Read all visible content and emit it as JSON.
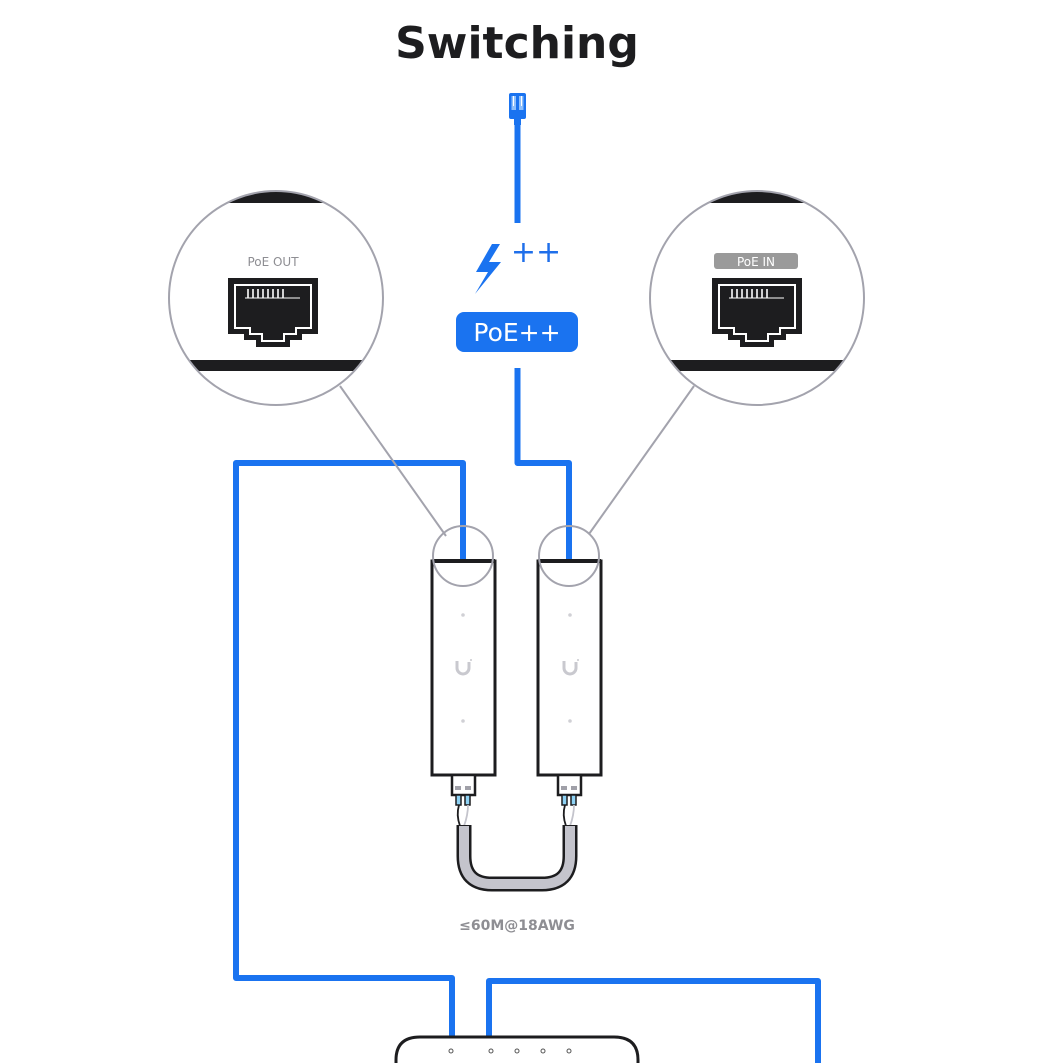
{
  "title": "Switching",
  "colors": {
    "cable": "#1a73f0",
    "outline": "#1d1d1f",
    "zoom_ring": "#a3a3ad",
    "label_gray": "#8e8e93",
    "tag_bg": "#9a9a9a",
    "coupler_cable": "#c4c4cc"
  },
  "power": {
    "icon": "lightning-bolt-icon",
    "superscript": "++",
    "badge_label": "PoE++"
  },
  "ports": {
    "left": {
      "label": "PoE OUT",
      "icon": "rj45-port-icon"
    },
    "right": {
      "label": "PoE IN",
      "icon": "rj45-port-icon"
    }
  },
  "devices": {
    "logo_icon": "ubiquiti-logo-icon",
    "count": 2
  },
  "cable_spec": "≤60M@18AWG",
  "top_connector_icon": "rj45-plug-icon"
}
